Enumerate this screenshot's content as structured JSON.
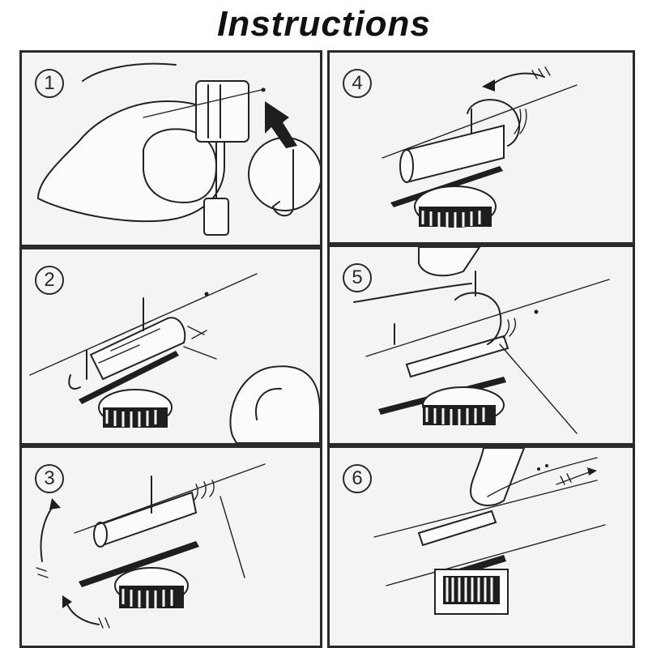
{
  "title": "Instructions",
  "steps": [
    {
      "number": "1"
    },
    {
      "number": "2"
    },
    {
      "number": "3"
    },
    {
      "number": "4"
    },
    {
      "number": "5"
    },
    {
      "number": "6"
    }
  ]
}
